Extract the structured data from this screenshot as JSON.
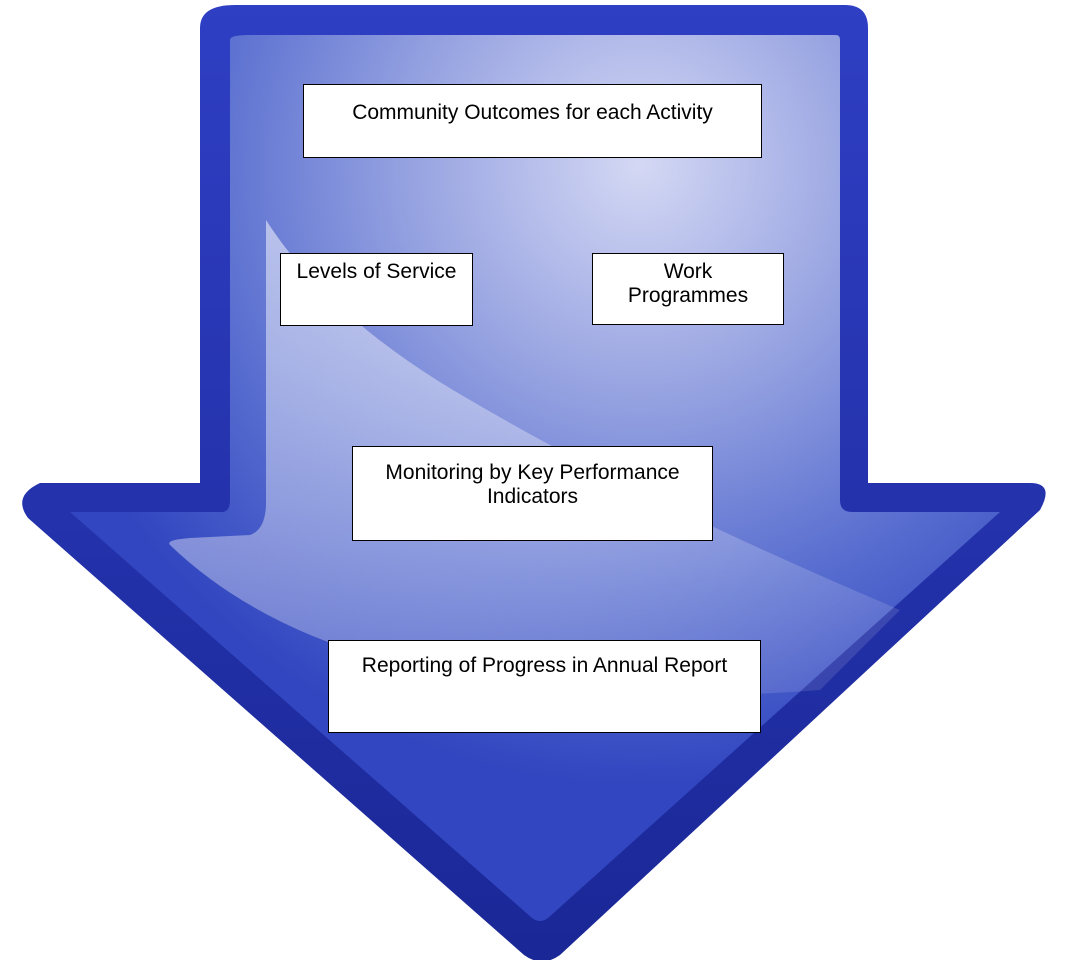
{
  "diagram": {
    "colors": {
      "arrow_edge": "#2233a8",
      "arrow_dark": "#1a2796",
      "arrow_mid": "#5a6fd0",
      "arrow_light": "#d4d8f4",
      "box_fill": "#ffffff",
      "box_border": "#000000"
    },
    "boxes": {
      "outcomes": {
        "label": "Community Outcomes for each Activity"
      },
      "levels": {
        "label": "Levels of Service"
      },
      "work": {
        "label": "Work Programmes"
      },
      "kpi": {
        "label": "Monitoring by Key Performance Indicators"
      },
      "report": {
        "label": "Reporting of Progress in Annual Report"
      }
    }
  }
}
